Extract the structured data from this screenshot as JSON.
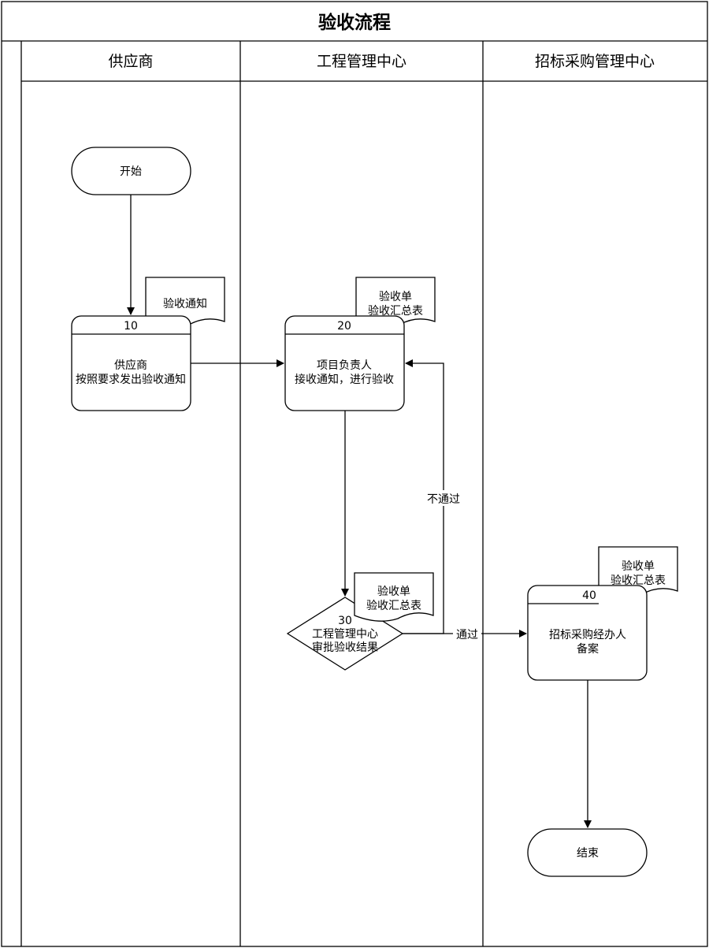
{
  "title": "验收流程",
  "lanes": [
    {
      "id": "supplier",
      "label": "供应商"
    },
    {
      "id": "engineering",
      "label": "工程管理中心"
    },
    {
      "id": "procurement",
      "label": "招标采购管理中心"
    }
  ],
  "nodes": {
    "start": {
      "label": "开始"
    },
    "n10": {
      "number": "10",
      "line1": "供应商",
      "line2": "按照要求发出验收通知",
      "doc1": "验收通知"
    },
    "n20": {
      "number": "20",
      "line1": "项目负责人",
      "line2": "接收通知，进行验收",
      "doc1": "验收单",
      "doc2": "验收汇总表"
    },
    "n30": {
      "number": "30",
      "line1": "工程管理中心",
      "line2": "审批验收结果",
      "doc1": "验收单",
      "doc2": "验收汇总表"
    },
    "n40": {
      "number": "40",
      "line1": "招标采购经办人",
      "line2": "备案",
      "doc1": "验收单",
      "doc2": "验收汇总表"
    },
    "end": {
      "label": "结束"
    }
  },
  "edges": {
    "fail_label": "不通过",
    "pass_label": "通过"
  }
}
